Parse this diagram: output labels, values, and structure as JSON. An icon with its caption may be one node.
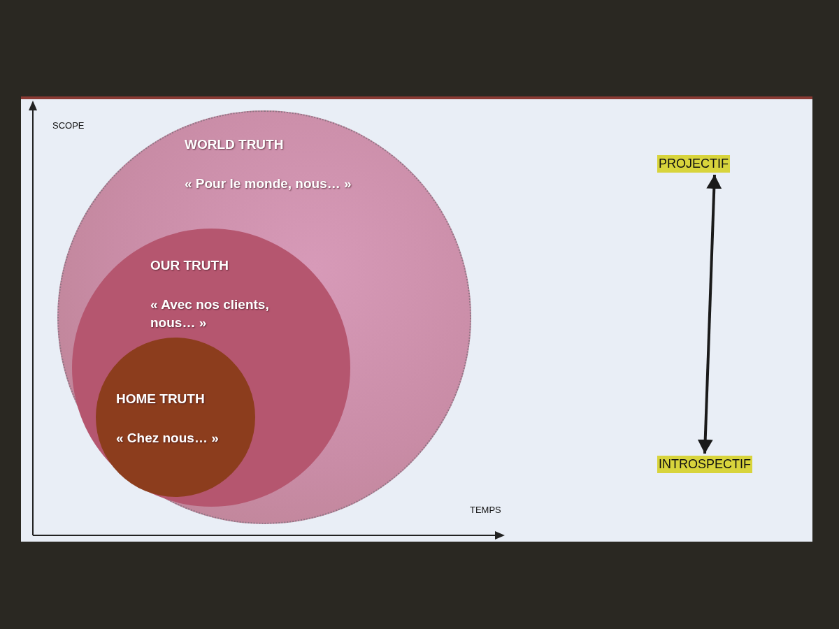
{
  "diagram": {
    "nodes": [
      {
        "text": [
          "WORLD TRUTH",
          "« Pour le monde, nous… »"
        ]
      },
      {
        "text": [
          "OUR TRUTH",
          "« Avec nos clients, nous… »"
        ],
        "in": 0
      },
      {
        "text": [
          "HOME TRUTH",
          "« Chez nous… »"
        ],
        "in": 1
      },
      {
        "text": [
          "PROJECTIF"
        ]
      },
      {
        "text": [
          "INTROSPECTIF"
        ]
      }
    ],
    "edges": [
      {
        "from": 3,
        "to": 4,
        "arrow": "both"
      }
    ],
    "labels": [
      "SCOPE",
      "TEMPS"
    ]
  }
}
